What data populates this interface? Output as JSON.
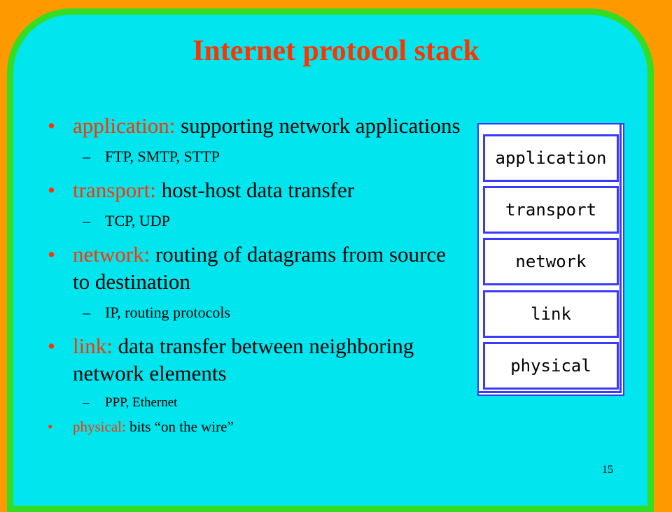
{
  "slide": {
    "title": "Internet protocol stack",
    "page_number": "15",
    "colors": {
      "background": "#FF9900",
      "panel": "#00E5EE",
      "panel_border": "#33DD22",
      "accent": "#FF3300",
      "stack_border": "#3A3AFF"
    },
    "bullets": [
      {
        "term": "application:",
        "text": " supporting network applications",
        "detail": "FTP, SMTP, STTP"
      },
      {
        "term": "transport:",
        "text": " host-host data transfer",
        "detail": "TCP, UDP"
      },
      {
        "term": "network:",
        "text": " routing of datagrams from source to destination",
        "detail": "IP, routing protocols"
      },
      {
        "term": "link:",
        "text": " data transfer between neighboring  network elements",
        "detail": "PPP, Ethernet"
      },
      {
        "term": "physical:",
        "text": " bits “on the wire”"
      }
    ],
    "stack_layers": [
      "application",
      "transport",
      "network",
      "link",
      "physical"
    ]
  }
}
